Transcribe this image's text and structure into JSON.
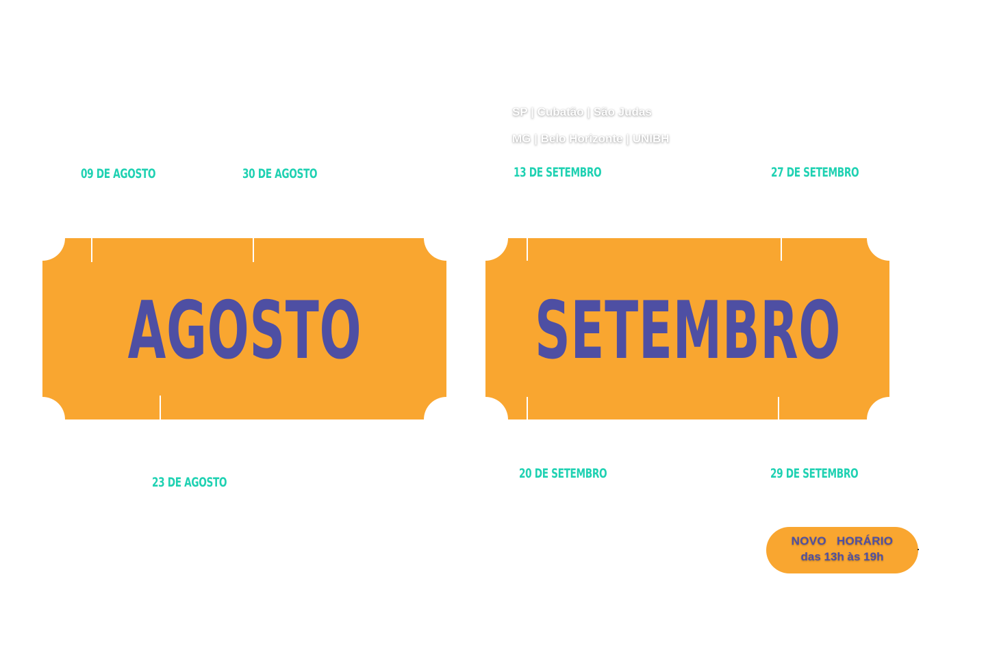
{
  "theme": {
    "ticket_color": "#f9a630",
    "ticket_text_color": "#4e4fa3",
    "date_color": "#1fd1b2"
  },
  "locations": {
    "sp": "SP | Cubatão | São Judas",
    "mg": "MG | Belo Horizonte | UNIBH"
  },
  "august": {
    "title": "AGOSTO",
    "dates": [
      "09 DE AGOSTO",
      "30 DE AGOSTO",
      "23 DE AGOSTO"
    ]
  },
  "september": {
    "title": "SETEMBRO",
    "dates": [
      "13 DE SETEMBRO",
      "27 DE SETEMBRO",
      "20 DE SETEMBRO",
      "29 DE SETEMBRO"
    ]
  },
  "badge": {
    "line1": "NOVO HORÁRIO",
    "line2": "das 13h às 19h"
  }
}
